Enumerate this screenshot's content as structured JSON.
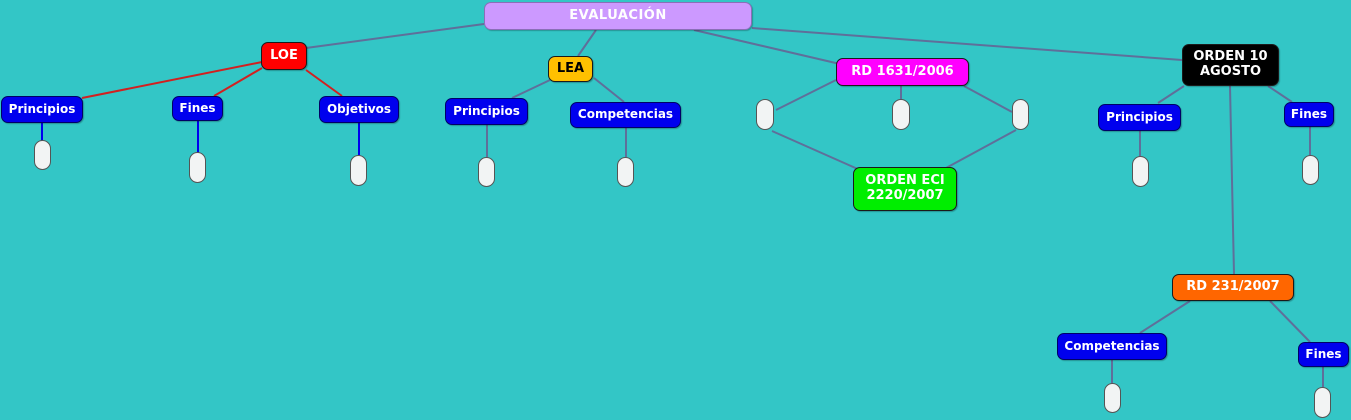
{
  "map": {
    "root": "EVALUACIÓN",
    "loe": {
      "title": "LOE",
      "principios": "Principios",
      "fines": "Fines",
      "objetivos": "Objetivos"
    },
    "lea": {
      "title": "LEA",
      "principios": "Principios",
      "competencias": "Competencias"
    },
    "rd1631": "RD 1631/2006",
    "orden_eci": "ORDEN ECI\n2220/2007",
    "orden10": {
      "title": "ORDEN 10\nAGOSTO",
      "principios": "Principios",
      "fines": "Fines"
    },
    "rd231": {
      "title": "RD 231/2007",
      "competencias": "Competencias",
      "fines": "Fines"
    }
  },
  "colors": {
    "background": "#33C6C6",
    "link": "#5F6F9A",
    "loe_link": "#D22020",
    "blue_link": "#0000EE"
  }
}
